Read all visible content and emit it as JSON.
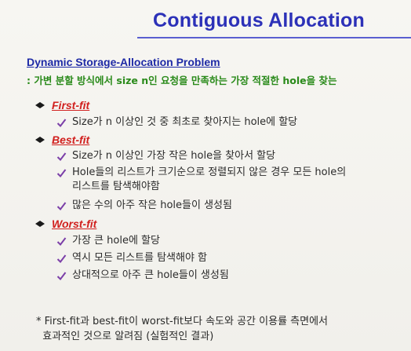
{
  "slide": {
    "title": "Contiguous Allocation",
    "section_heading": "Dynamic Storage-Allocation Problem",
    "section_subtitle": ": 가변 분할 방식에서 size n인 요청을 만족하는 가장 적절한 hole을 찾는",
    "bullets": [
      {
        "label": "First-fit",
        "items": [
          {
            "lines": [
              "Size가 n 이상인 것 중 최초로 찾아지는 hole에 할당"
            ]
          }
        ]
      },
      {
        "label": "Best-fit",
        "items": [
          {
            "lines": [
              "Size가 n 이상인 가장 작은 hole을 찾아서 할당"
            ]
          },
          {
            "lines": [
              "Hole들의 리스트가 크기순으로 정렬되지 않은 경우 모든 hole의",
              "리스트를 탐색해야함"
            ]
          },
          {
            "lines": [
              "많은 수의 아주 작은 hole들이 생성됨"
            ]
          }
        ]
      },
      {
        "label": "Worst-fit",
        "items": [
          {
            "lines": [
              "가장 큰 hole에 할당"
            ]
          },
          {
            "lines": [
              "역시 모든 리스트를 탐색해야 함"
            ]
          },
          {
            "lines": [
              "상대적으로 아주 큰 hole들이 생성됨"
            ]
          }
        ]
      }
    ],
    "footnote": [
      "* First-fit과 best-fit이 worst-fit보다 속도와 공간 이용률 측면에서",
      "  효과적인 것으로 알려짐 (실험적인 결과)"
    ]
  },
  "colors": {
    "title": "#2c31b8",
    "heading": "#1e2aa6",
    "subtitle": "#2a8a1a",
    "bullet_label": "#d1201e",
    "check": "#7b3fa8",
    "body_text": "#2a2a2a"
  },
  "icons": {
    "bullet": "diamond-bullet-icon",
    "item": "checkmark-icon"
  }
}
